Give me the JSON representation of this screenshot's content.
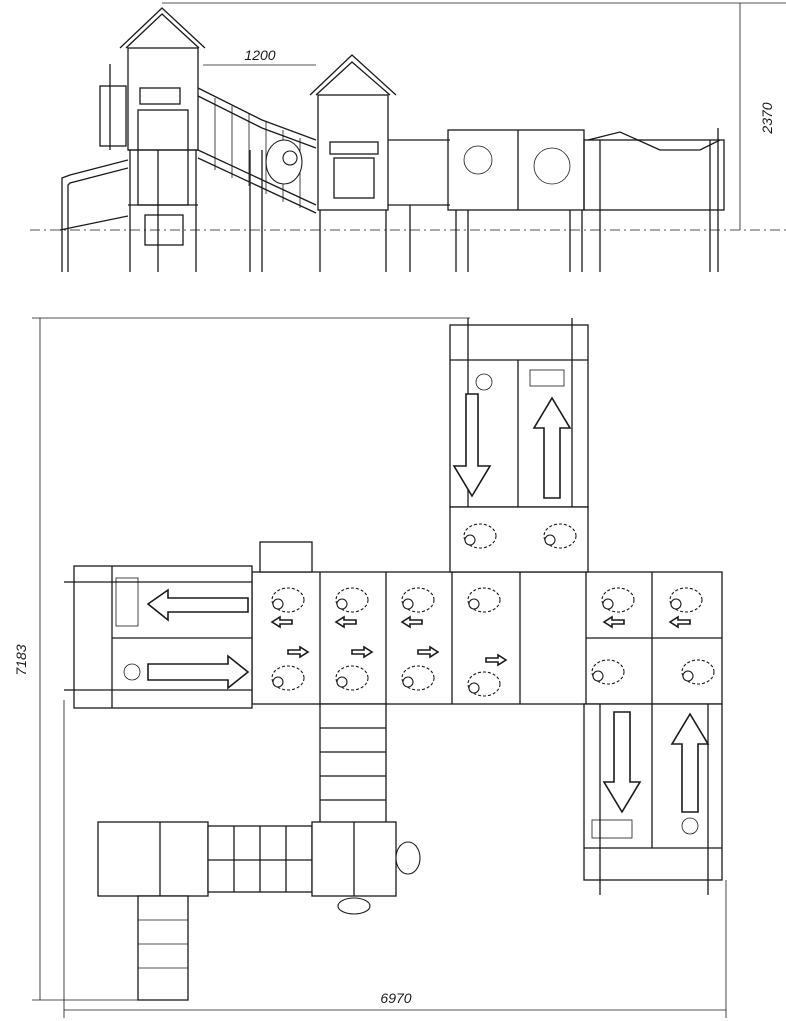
{
  "drawing": {
    "dimension_top": "1200",
    "dimension_height": "2370",
    "dimension_depth": "7183",
    "dimension_width": "6970"
  },
  "colors": {
    "line": "#1a1a1a",
    "background": "#ffffff"
  },
  "icons": [
    "sheep-icon",
    "arrow-icon",
    "abacus-icon",
    "gear-icon"
  ]
}
